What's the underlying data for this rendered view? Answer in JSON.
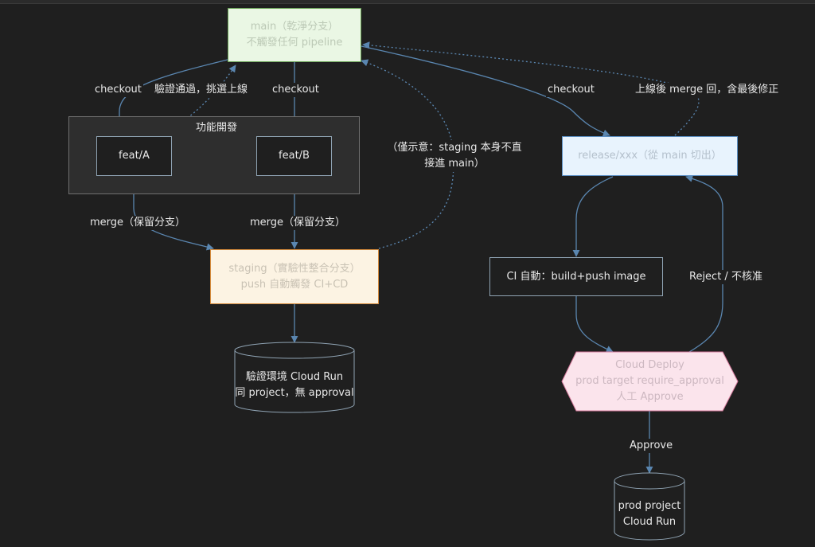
{
  "nodes": {
    "main": {
      "line1": "main（乾淨分支）",
      "line2": "不觸發任何 pipeline"
    },
    "feat_a": {
      "label": "feat/A"
    },
    "feat_b": {
      "label": "feat/B"
    },
    "staging": {
      "line1": "staging（實驗性整合分支）",
      "line2": "push 自動觸發 CI+CD"
    },
    "verify_env": {
      "line1": "驗證環境 Cloud Run",
      "line2": "同 project，無 approval"
    },
    "release": {
      "label": "release/xxx（從 main 切出）"
    },
    "ci": {
      "label": "CI 自動：build+push image"
    },
    "cloud_deploy": {
      "line1": "Cloud Deploy",
      "line2": "prod target require_approval",
      "line3": "人工 Approve"
    },
    "prod": {
      "line1": "prod project",
      "line2": "Cloud Run"
    }
  },
  "cluster": {
    "label": "功能開發"
  },
  "edges": {
    "checkout_a": "checkout",
    "verify_pass": "驗證通過，挑選上線",
    "checkout_b": "checkout",
    "checkout_release": "checkout",
    "post_release_merge": "上線後 merge 回，含最後修正",
    "merge_a": "merge（保留分支）",
    "merge_b": "merge（保留分支）",
    "indicative": "（僅示意：staging 本身不直接進 main）",
    "reject": "Reject / 不核准",
    "approve": "Approve"
  },
  "colors": {
    "edge": "#5a86b0",
    "main_fill": "#eaf7e4",
    "staging_fill": "#fcf3e3",
    "release_fill": "#e8f3fd",
    "deploy_fill": "#fbe4ec",
    "deploy_stroke": "#d4799b"
  }
}
